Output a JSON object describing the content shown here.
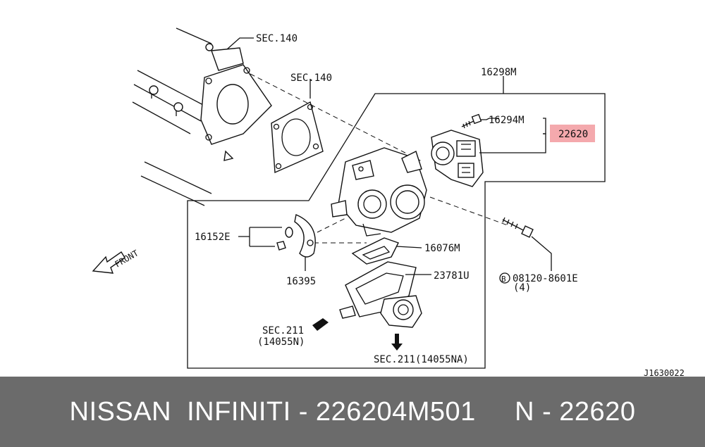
{
  "labels": {
    "sec140_top": "SEC.140",
    "sec140_gasket": "SEC.140",
    "assembly": "16298M",
    "screw": "16294M",
    "sensor": "22620",
    "clip_parts": "16152E",
    "bracket": "16395",
    "gasket": "16076M",
    "chamber": "23781U",
    "bolt_code": "08120-8601E",
    "bolt_qty": "(4)",
    "bolt_marker": "B",
    "sec211_left": "SEC.211",
    "sec211_left_sub": "(14055N)",
    "sec211_bottom": "SEC.211(14055NA)",
    "front": "FRONT",
    "ref_code": "J1630022"
  },
  "highlight_color": "#f4a9ad",
  "footer_text": "NISSAN  INFINITI - 226204M501     N - 22620"
}
